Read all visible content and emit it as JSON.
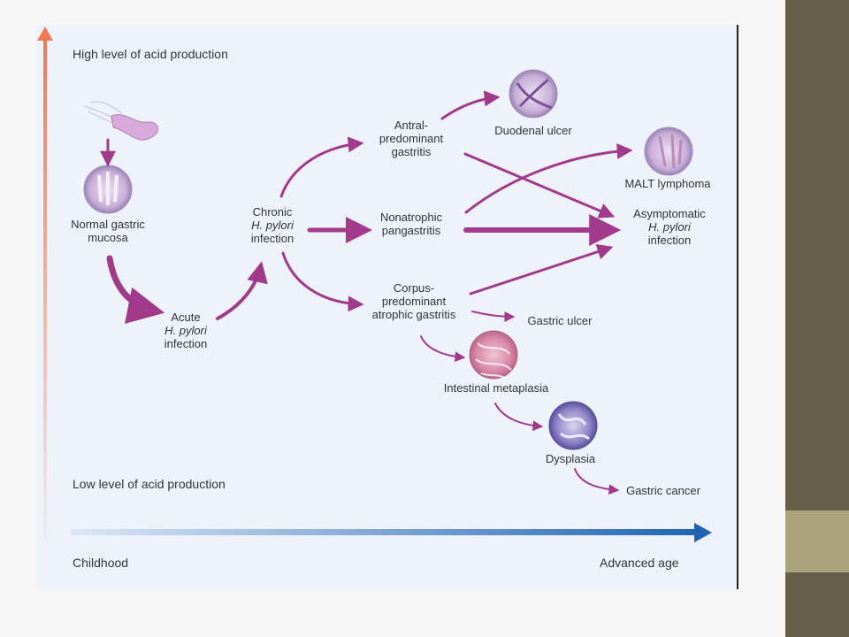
{
  "axes": {
    "high_label": "High level of acid production",
    "low_label": "Low level of acid production",
    "left_label": "Childhood",
    "right_label": "Advanced age"
  },
  "nodes": {
    "normal": {
      "line1": "Normal gastric",
      "line2": "mucosa"
    },
    "acute": {
      "line1": "Acute",
      "line2": "H. pylori",
      "line3": "infection"
    },
    "chronic": {
      "line1": "Chronic",
      "line2": "H. pylori",
      "line3": "infection"
    },
    "antral": {
      "line1": "Antral-",
      "line2": "predominant",
      "line3": "gastritis"
    },
    "nonatrophic": {
      "line1": "Nonatrophic",
      "line2": "pangastritis"
    },
    "corpus": {
      "line1": "Corpus-",
      "line2": "predominant",
      "line3": "atrophic gastritis"
    },
    "duodenal": {
      "line1": "Duodenal ulcer"
    },
    "malt": {
      "line1": "MALT lymphoma"
    },
    "asymptomatic": {
      "line1": "Asymptomatic",
      "line2": "H. pylori",
      "line3": "infection"
    },
    "gastric_ulcer": {
      "line1": "Gastric ulcer"
    },
    "metaplasia": {
      "line1": "Intestinal metaplasia"
    },
    "dysplasia": {
      "line1": "Dysplasia"
    },
    "cancer": {
      "line1": "Gastric cancer"
    }
  },
  "colors": {
    "arrow": "#a23a8c",
    "vertical_axis": "#ee7a55",
    "horizontal_axis": "#1f64b4"
  }
}
